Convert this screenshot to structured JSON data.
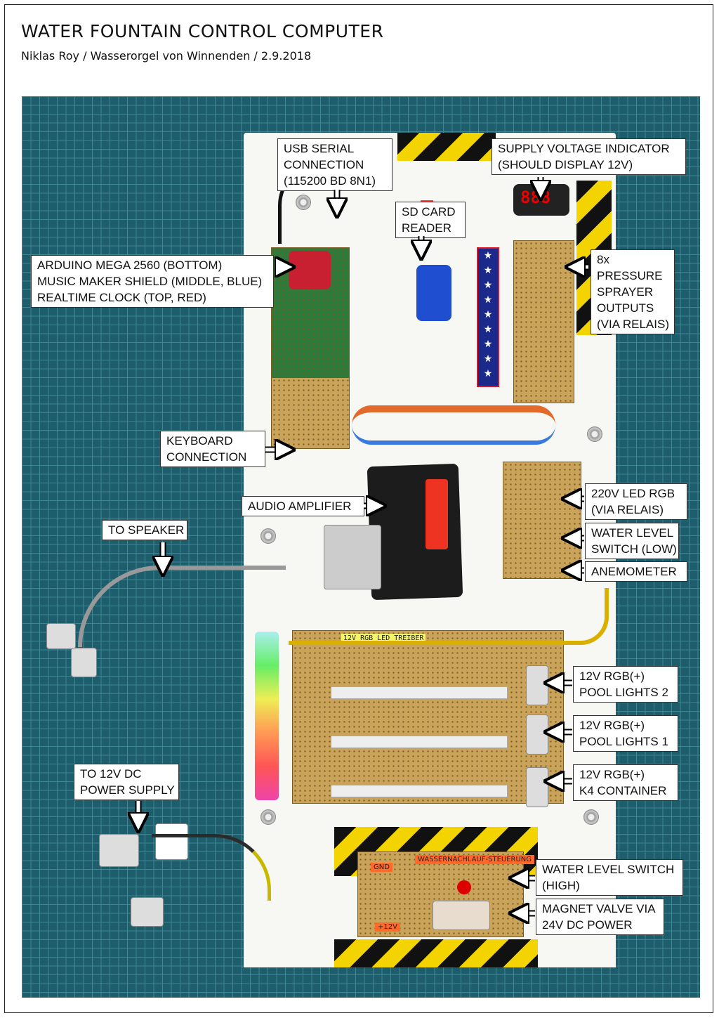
{
  "header": {
    "title": "WATER FOUNTAIN CONTROL COMPUTER",
    "subtitle": "Niklas Roy / Wasserorgel von Winnenden / 2.9.2018"
  },
  "labels": {
    "usb": "USB SERIAL\nCONNECTION\n(115200 BD 8N1)",
    "supply": "SUPPLY VOLTAGE INDICATOR\n(SHOULD DISPLAY 12V)",
    "sd": "SD CARD\nREADER",
    "arduino": "ARDUINO MEGA 2560 (BOTTOM)\nMUSIC MAKER SHIELD (MIDDLE, BLUE)\nREALTIME CLOCK (TOP, RED)",
    "pressure": "8x\nPRESSURE\nSPRAYER\nOUTPUTS\n(VIA RELAIS)",
    "keyboard": "KEYBOARD\nCONNECTION",
    "amplifier": "AUDIO AMPLIFIER",
    "led220": "220V LED RGB\n(VIA RELAIS)",
    "speaker": "TO SPEAKER",
    "water_low": "WATER LEVEL\nSWITCH (LOW)",
    "anemometer": "ANEMOMETER",
    "pool2": "12V RGB(+)\nPOOL LIGHTS 2",
    "pool1": "12V RGB(+)\nPOOL LIGHTS 1",
    "power": "TO 12V DC\nPOWER SUPPLY",
    "k4": "12V RGB(+)\nK4 CONTAINER",
    "water_high": "WATER LEVEL SWITCH\n(HIGH)",
    "valve": "MAGNET VALVE VIA\n24V DC POWER"
  },
  "colors": {
    "mat": "#1e5e6c",
    "board": "#f7f7f4",
    "hazard_yellow": "#f4d400",
    "pcb": "#c9a35a"
  }
}
